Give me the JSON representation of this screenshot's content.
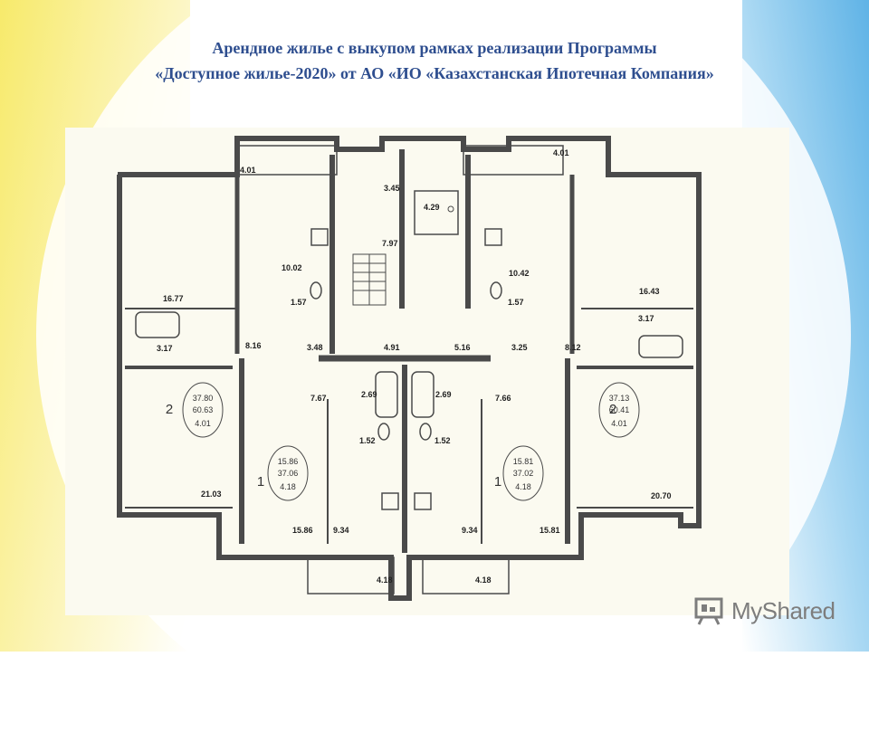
{
  "slide": {
    "title_line1": "Арендное жилье с выкупом рамках реализации Программы",
    "title_line2": "«Доступное жилье-2020» от АО «ИО «Казахстанская Ипотечная Компания»",
    "colors": {
      "title": "#2e4e8f",
      "wall": "#4a4a4a",
      "plan_bg": "#fbfaf0",
      "label": "#222222"
    }
  },
  "floor_plan": {
    "area_labels": {
      "top_left_balcony": "4.01",
      "top_right_balcony": "4.01",
      "stair_corridor": "3.45",
      "lift_shaft": "4.29",
      "stair": "7.97",
      "kitchen_left": "10.02",
      "kitchen_right": "10.42",
      "room_left": "16.77",
      "room_right": "16.43",
      "wc_left": "1.57",
      "wc_right": "1.57",
      "bath_left": "3.17",
      "bath_right": "3.17",
      "hall_left": "8.16",
      "hall_right": "8.12",
      "corr_left": "3.48",
      "corr_center": "4.91",
      "corr_right_a": "5.16",
      "corr_right_b": "3.25",
      "kitchen_mid_left": "7.67",
      "kitchen_mid_right": "7.66",
      "bath_mid_left": "2.69",
      "bath_mid_right": "2.69",
      "wc_mid_left": "1.52",
      "wc_mid_right": "1.52",
      "room_big_left": "21.03",
      "room_big_right": "20.70",
      "room_mid_left": "15.86",
      "room_mid_right": "15.81",
      "hall_mid_left": "9.34",
      "hall_mid_right": "9.34",
      "bottom_balcony_left": "4.18",
      "bottom_balcony_right": "4.18"
    },
    "apartments": [
      {
        "rooms": "2",
        "living": "37.80",
        "total": "60.63",
        "balcony": "4.01"
      },
      {
        "rooms": "1",
        "living": "15.86",
        "total": "37.06",
        "balcony": "4.18"
      },
      {
        "rooms": "1",
        "living": "15.81",
        "total": "37.02",
        "balcony": "4.18"
      },
      {
        "rooms": "2",
        "living": "37.13",
        "total": "60.41",
        "balcony": "4.01"
      }
    ]
  },
  "brand": {
    "name": "MyShared",
    "icon": "presentation-board-icon"
  }
}
